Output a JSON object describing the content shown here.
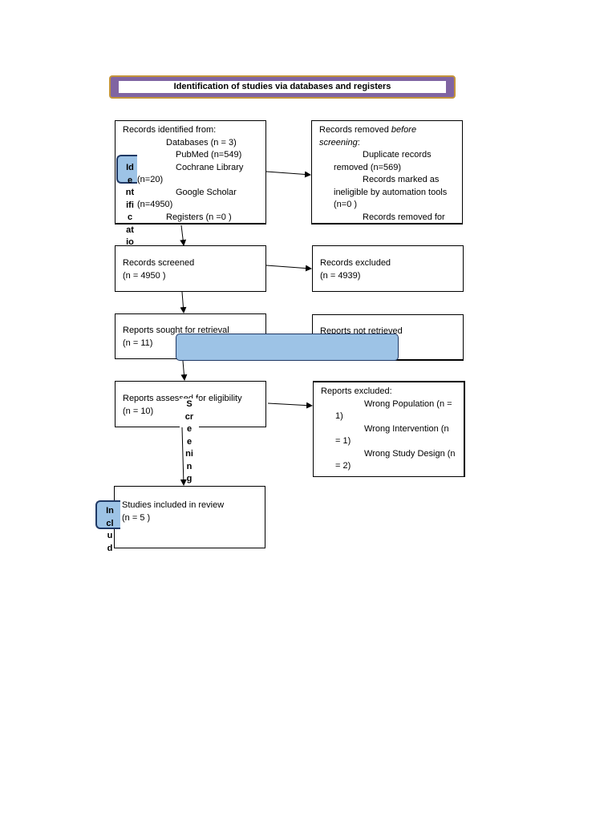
{
  "header": {
    "title": "Identification of studies via databases and registers"
  },
  "identified": {
    "lines": [
      "Records identified from:",
      "Databases (n = 3)",
      "PubMed (n=549)",
      "Cochrane Library",
      "(n=20)",
      "Google Scholar",
      "(n=4950)",
      "Registers (n =0 )"
    ]
  },
  "removed": {
    "prefix": "Records removed ",
    "emph": "before screening",
    "suffix": ":",
    "dup": "Duplicate records removed  (n=569)",
    "ineligible": "Records marked as ineligible by automation tools (n=0 )",
    "other": "Records removed for"
  },
  "screened": {
    "label": "Records screened",
    "count": "(n = 4950 )"
  },
  "excluded": {
    "label": "Records excluded",
    "count": "(n = 4939)"
  },
  "sought": {
    "label": "Reports sought for retrieval",
    "count": "(n = 11)"
  },
  "not_retrieved": {
    "label": "Reports not retrieved"
  },
  "assessed": {
    "label": "Reports assessed for eligibility",
    "count": "(n = 10)"
  },
  "reports_excluded": {
    "label": "Reports excluded:",
    "items": [
      "Wrong Population (n = 1)",
      "Wrong Intervention (n = 1)",
      "Wrong Study Design (n = 2)"
    ]
  },
  "included": {
    "label": "Studies included in review",
    "count": "(n = 5 )"
  },
  "side_labels": {
    "identification": "Id\ne\nnt\nifi\nc\nat\nio",
    "screening": "S\ncr\ne\ne\nni\nn\ng",
    "included": "In\ncl\nu\nd"
  },
  "colors": {
    "header_fill": "#8064a2",
    "header_border": "#c4943a",
    "tab_fill": "#9dc3e6",
    "tab_border": "#1f3864"
  }
}
